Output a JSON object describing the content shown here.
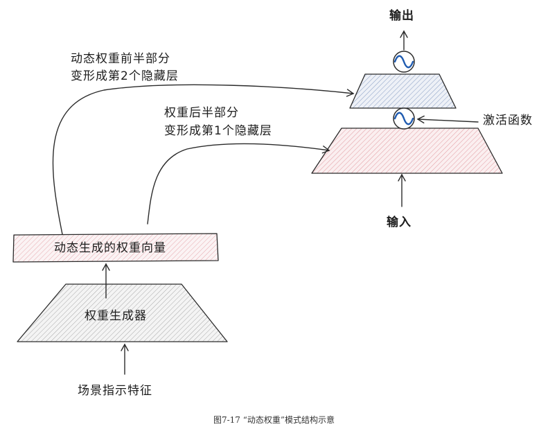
{
  "labels": {
    "output": "输出",
    "input": "输入",
    "activation": "激活函数",
    "front_half_line1": "动态权重前半部分",
    "front_half_line2": "变形成第2个隐藏层",
    "back_half_line1": "权重后半部分",
    "back_half_line2": "变形成第1个隐藏层",
    "dynamic_vector": "动态生成的权重向量",
    "generator": "权重生成器",
    "scene_feature": "场景指示特征"
  },
  "caption": "图7-17 “动态权重”模式结构示意",
  "colors": {
    "top_layer_hatch": "#8ea3c7",
    "bottom_layer_hatch": "#e3a0a6",
    "vector_hatch": "#e6a8ad",
    "generator_hatch": "#9a9a9a",
    "sine_wave": "#1f5bb0"
  }
}
